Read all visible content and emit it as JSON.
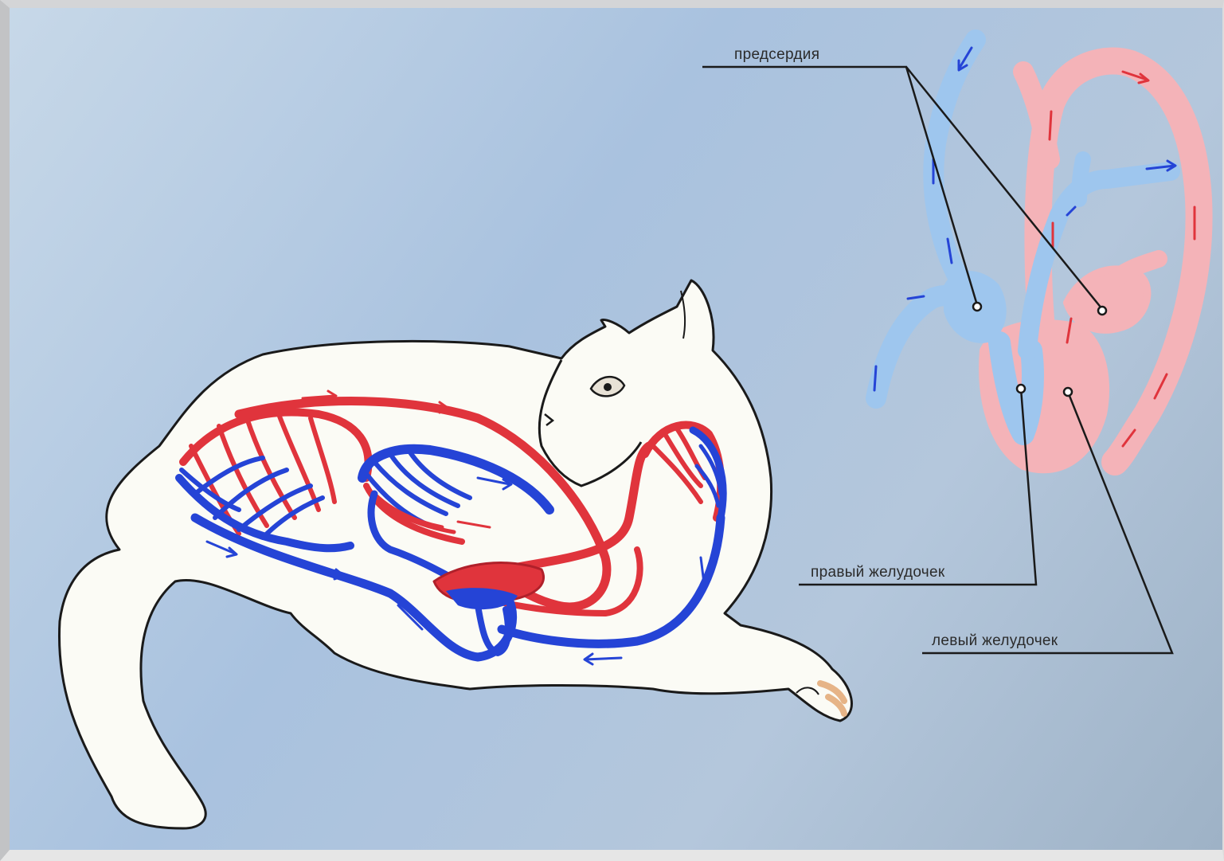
{
  "labels": {
    "atria": "предсердия",
    "right_ventricle": "правый желудочек",
    "left_ventricle": "левый желудочек"
  },
  "colors": {
    "background": "#a9c2df",
    "cat_body": "#fbfbf5",
    "artery": "#e0343c",
    "vein": "#2544d6",
    "heart_arterial": "#f4b3b8",
    "heart_venous": "#9ec6ee"
  }
}
